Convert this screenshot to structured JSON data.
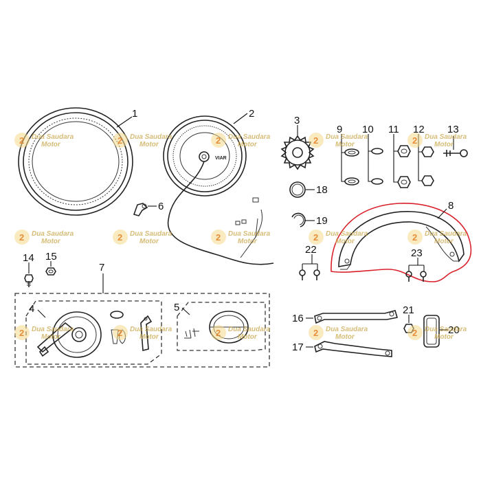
{
  "diagram": {
    "callouts": [
      "1",
      "2",
      "3",
      "4",
      "5",
      "6",
      "7",
      "8",
      "9",
      "10",
      "11",
      "12",
      "13",
      "14",
      "15",
      "16",
      "17",
      "18",
      "19",
      "20",
      "21",
      "22",
      "23"
    ],
    "hub_logo": "VIAR",
    "watermark": {
      "badge_number": "2",
      "line1": "Dua Saudara",
      "line2": "Motor"
    },
    "highlight_color": "#d9202a",
    "line_color": "#222222"
  }
}
